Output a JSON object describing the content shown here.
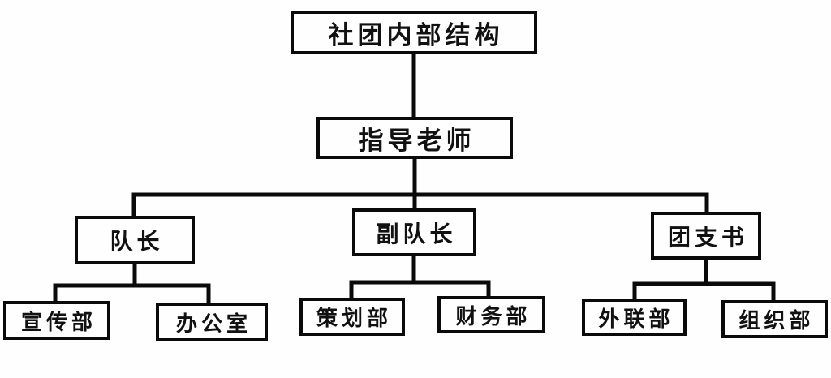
{
  "diagram": {
    "title": "社团内部结构",
    "type": "org-chart",
    "line_color": "#0a0a0a",
    "nodes": {
      "root": "社团内部结构",
      "teacher": "指导老师",
      "captain": "队长",
      "vice_captain": "副队长",
      "league_secretary": "团支书",
      "publicity": "宣传部",
      "office": "办公室",
      "planning": "策划部",
      "finance": "财务部",
      "outreach": "外联部",
      "organization": "组织部"
    },
    "hierarchy": [
      {
        "parent": "社团内部结构",
        "children": [
          "指导老师"
        ]
      },
      {
        "parent": "指导老师",
        "children": [
          "队长",
          "副队长",
          "团支书"
        ]
      },
      {
        "parent": "队长",
        "children": [
          "宣传部",
          "办公室"
        ]
      },
      {
        "parent": "副队长",
        "children": [
          "策划部",
          "财务部"
        ]
      },
      {
        "parent": "团支书",
        "children": [
          "外联部",
          "组织部"
        ]
      }
    ]
  }
}
